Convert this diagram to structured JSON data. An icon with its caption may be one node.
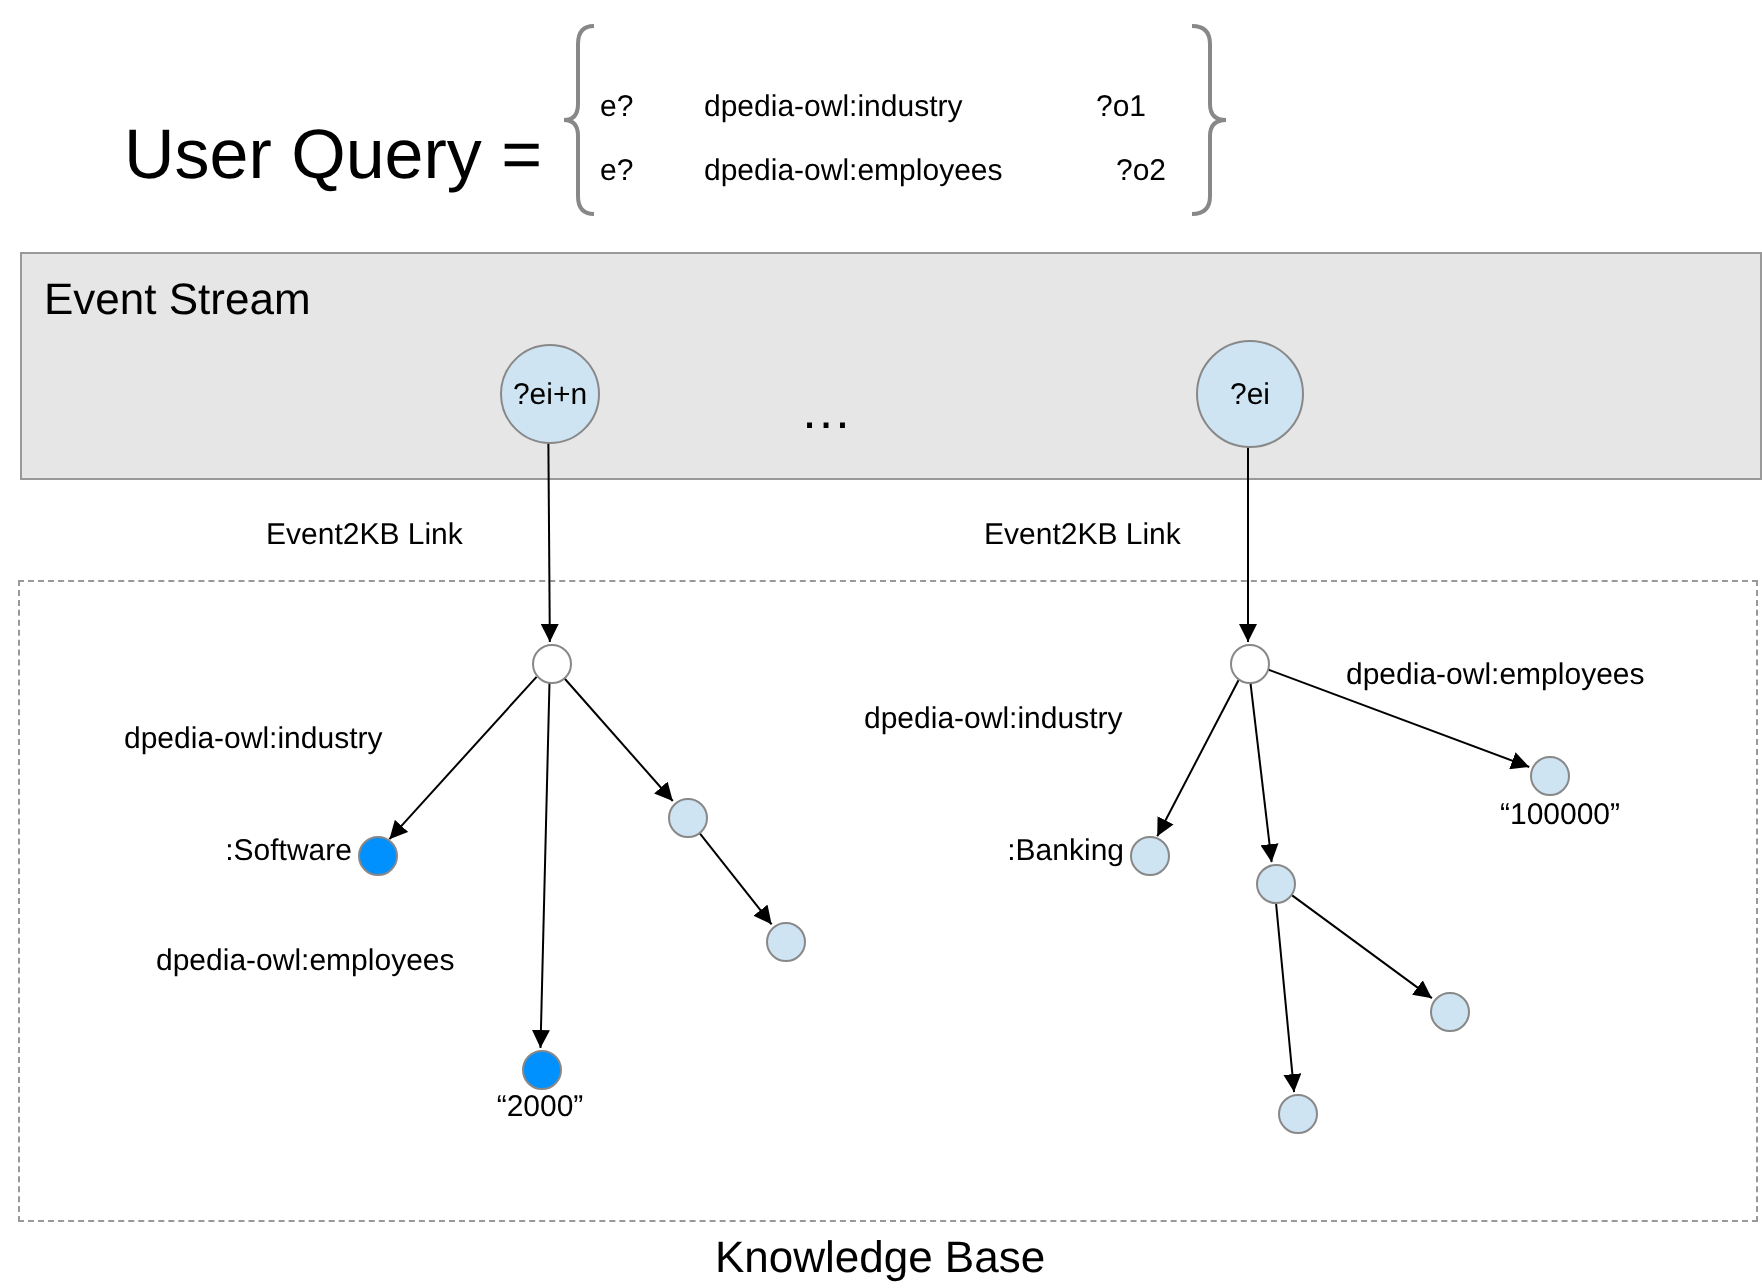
{
  "diagram": {
    "title": "User Query =",
    "nodes": [
      {
        "text": [
          "Event Stream"
        ]
      },
      {
        "text": [
          "?ei+n"
        ],
        "in": 0
      },
      {
        "text": [
          "?ei"
        ],
        "in": 0
      },
      {
        "text": [
          "Knowledge Base"
        ]
      },
      {
        "text": [],
        "shape": "circle",
        "in": 3
      },
      {
        "text": [],
        "shape": "circle",
        "in": 3,
        "beside": [
          ":Software"
        ]
      },
      {
        "text": [],
        "shape": "circle",
        "in": 3,
        "beside": [
          "“2000”"
        ]
      },
      {
        "text": [],
        "shape": "circle",
        "in": 3
      },
      {
        "text": [],
        "shape": "circle",
        "in": 3
      },
      {
        "text": [],
        "shape": "circle",
        "in": 3
      },
      {
        "text": [],
        "shape": "circle",
        "in": 3,
        "beside": [
          ":Banking"
        ]
      },
      {
        "text": [],
        "shape": "circle",
        "in": 3
      },
      {
        "text": [],
        "shape": "circle",
        "in": 3,
        "beside": [
          "“100000”"
        ]
      },
      {
        "text": [],
        "shape": "circle",
        "in": 3
      },
      {
        "text": [],
        "shape": "circle",
        "in": 3
      }
    ],
    "edges": [
      {
        "from": 1,
        "to": 4,
        "arrow": "to",
        "label": "Event2KB Link"
      },
      {
        "from": 2,
        "to": 9,
        "arrow": "to",
        "label": "Event2KB Link"
      },
      {
        "from": 4,
        "to": 5,
        "arrow": "to",
        "label": "dpedia-owl:industry"
      },
      {
        "from": 4,
        "to": 6,
        "arrow": "to",
        "label": "dpedia-owl:employees"
      },
      {
        "from": 4,
        "to": 7,
        "arrow": "to"
      },
      {
        "from": 7,
        "to": 8,
        "arrow": "to"
      },
      {
        "from": 9,
        "to": 10,
        "arrow": "to",
        "label": "dpedia-owl:industry"
      },
      {
        "from": 9,
        "to": 11,
        "arrow": "to"
      },
      {
        "from": 9,
        "to": 12,
        "arrow": "to",
        "label": "dpedia-owl:employees"
      },
      {
        "from": 11,
        "to": 13,
        "arrow": "to"
      },
      {
        "from": 11,
        "to": 14,
        "arrow": "to"
      }
    ],
    "labels": [
      "e?",
      "dpedia-owl:industry",
      "?o1",
      "e?",
      "dpedia-owl:employees",
      "?o2",
      "…"
    ]
  }
}
